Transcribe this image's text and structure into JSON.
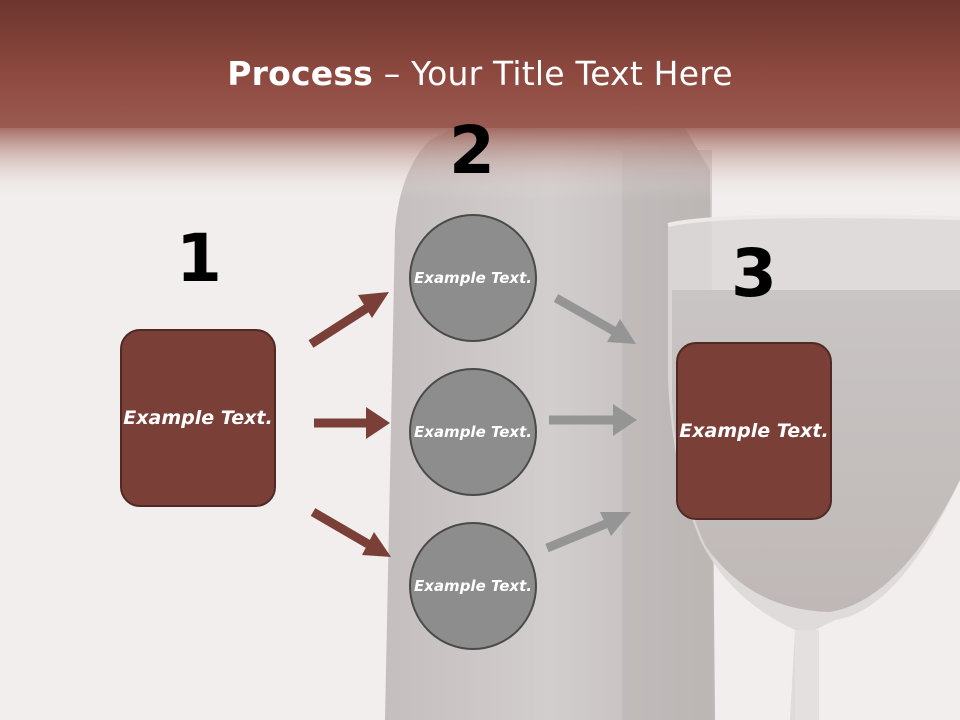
{
  "title": {
    "bold": "Process",
    "rest": " – Your Title Text Here"
  },
  "steps": {
    "step1": {
      "number": "1",
      "text": "Example Text."
    },
    "step2": {
      "number": "2",
      "items": [
        "Example Text.",
        "Example Text.",
        "Example Text."
      ]
    },
    "step3": {
      "number": "3",
      "text": "Example Text."
    }
  },
  "colors": {
    "header": "#8b4339",
    "box_fill": "#7a3f37",
    "circle_fill": "#8e8d8d",
    "arrow_left": "#7a3f37",
    "arrow_right": "#959595"
  }
}
